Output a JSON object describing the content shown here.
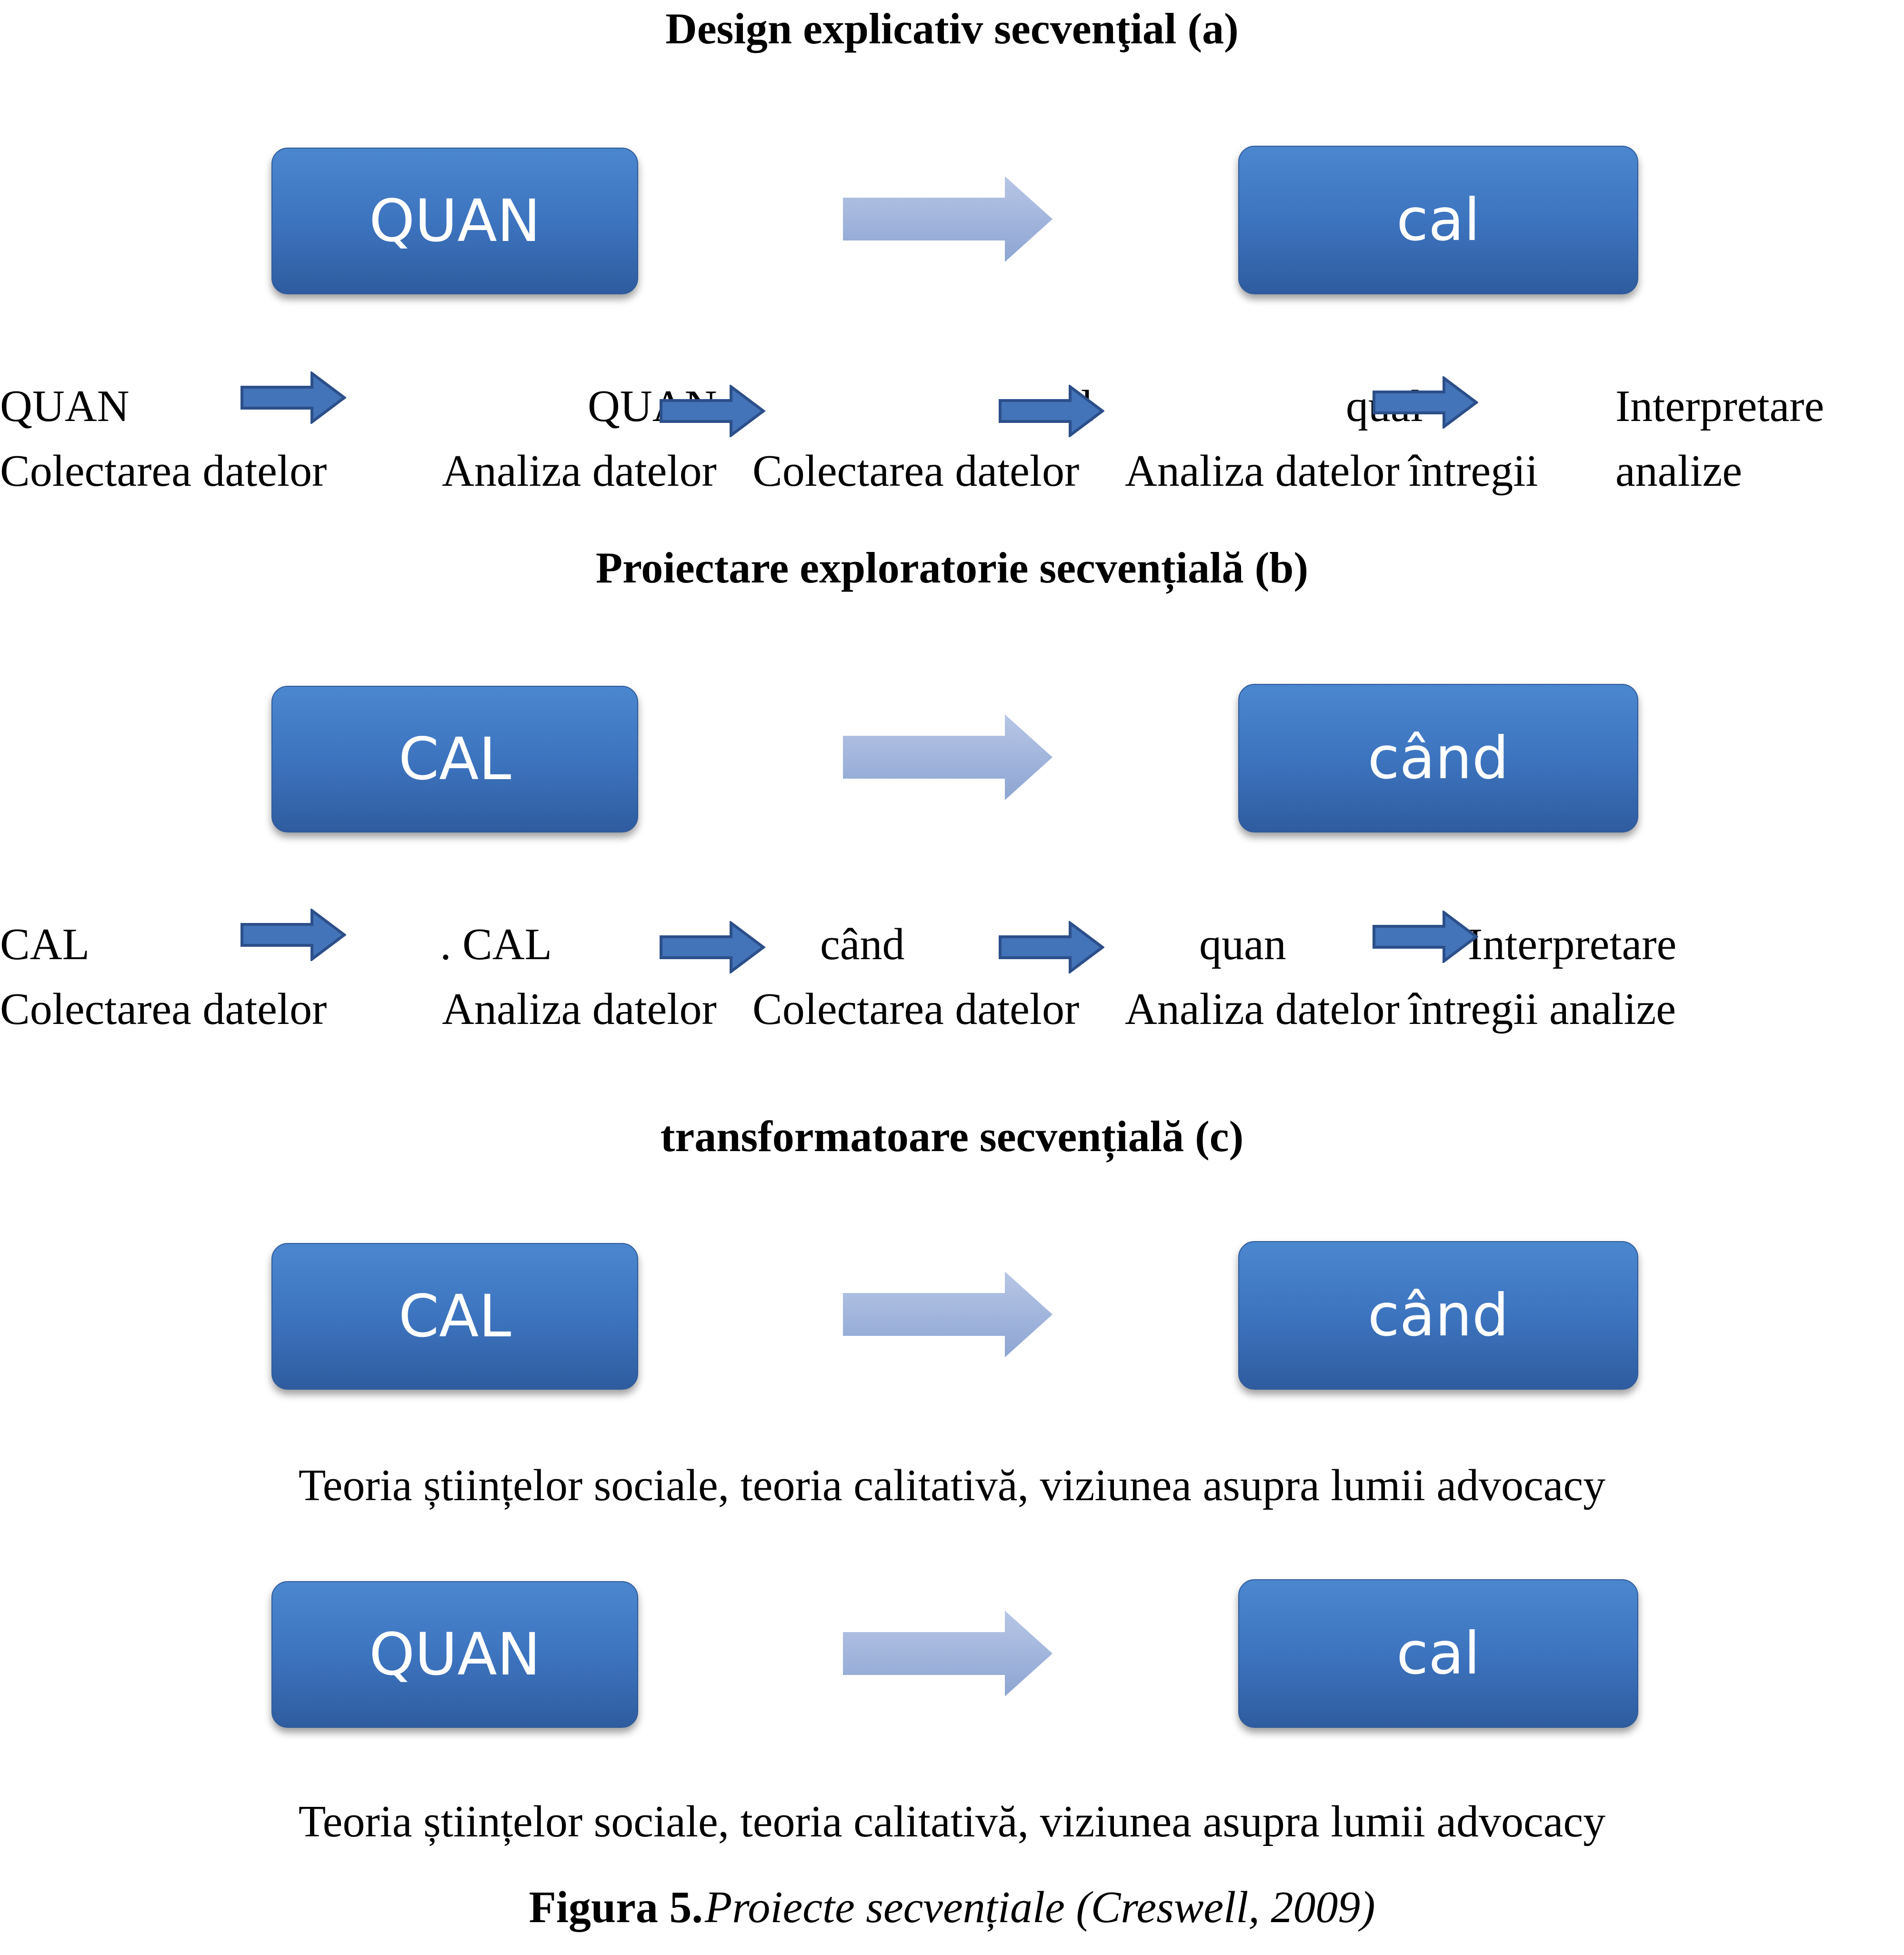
{
  "sections": [
    {
      "title": "Design explicativ secvenţial (a)",
      "box_left": "QUAN",
      "box_right": "cal",
      "steps_line1": [
        "QUAN",
        "QUAN",
        "cal",
        "qual",
        "Interpretare"
      ],
      "steps_line2": [
        "Colectarea datelor",
        "Analiza datelor",
        "Colectarea datelor",
        "Analiza datelor",
        "întregii",
        "analize"
      ]
    },
    {
      "title": "Proiectare exploratorie secvențială (b)",
      "box_left": "CAL",
      "box_right": "când",
      "steps_line1": [
        "CAL",
        ". CAL",
        "când",
        "quan",
        "Interpretare"
      ],
      "steps_line2": [
        "Colectarea datelor",
        "Analiza datelor",
        "Colectarea datelor",
        "Analiza datelor",
        "întregii analize"
      ]
    },
    {
      "title": "transformatoare secvențială (c)",
      "rows": [
        {
          "box_left": "CAL",
          "box_right": "când",
          "caption": "Teoria științelor sociale, teoria calitativă, viziunea asupra lumii advocacy"
        },
        {
          "box_left": "QUAN",
          "box_right": "cal",
          "caption": "Teoria științelor sociale, teoria calitativă, viziunea asupra lumii advocacy"
        }
      ]
    }
  ],
  "figure_caption": {
    "label": "Figura 5.",
    "text": "Proiecte secvențiale (Creswell, 2009)"
  },
  "colors": {
    "box_fill": "#3d74bf",
    "box_border": "#2e5a99",
    "big_arrow": "#9fb3d8",
    "small_arrow_fill": "#4373b8",
    "small_arrow_stroke": "#2c4f8a"
  }
}
